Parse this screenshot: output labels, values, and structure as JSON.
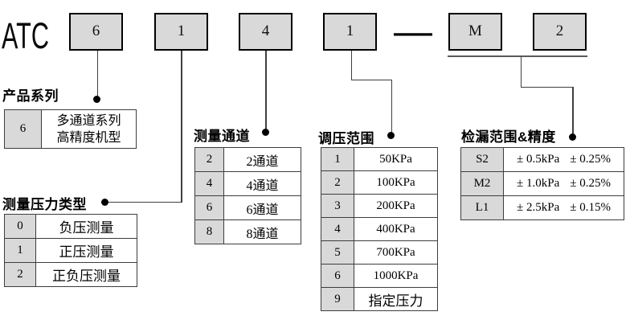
{
  "brand": "ATC",
  "code": {
    "boxes": [
      "6",
      "1",
      "4",
      "1",
      "M",
      "2"
    ],
    "separator": "—"
  },
  "colors": {
    "box_fill": "#d9d9d9",
    "box_border": "#000000",
    "connector": "#3f3f3f",
    "shaded_cell": "#d9d9d9"
  },
  "sections": {
    "series": {
      "title": "产品系列",
      "rows": [
        {
          "code": "6",
          "label_line1": "多通道系列",
          "label_line2": "高精度机型"
        }
      ]
    },
    "pressure_type": {
      "title": "测量压力类型",
      "rows": [
        {
          "code": "0",
          "label": "负压测量"
        },
        {
          "code": "1",
          "label": "正压测量"
        },
        {
          "code": "2",
          "label": "正负压测量"
        }
      ]
    },
    "channels": {
      "title": "测量通道",
      "rows": [
        {
          "code": "2",
          "label": "2通道"
        },
        {
          "code": "4",
          "label": "4通道"
        },
        {
          "code": "6",
          "label": "6通道"
        },
        {
          "code": "8",
          "label": "8通道"
        }
      ]
    },
    "pressure_range": {
      "title": "调压范围",
      "rows": [
        {
          "code": "1",
          "label": "50KPa"
        },
        {
          "code": "2",
          "label": "100KPa"
        },
        {
          "code": "3",
          "label": "200KPa"
        },
        {
          "code": "4",
          "label": "400KPa"
        },
        {
          "code": "5",
          "label": "700KPa"
        },
        {
          "code": "6",
          "label": "1000KPa"
        },
        {
          "code": "9",
          "label": "指定压力"
        }
      ]
    },
    "leak_range": {
      "title": "检漏范围&精度",
      "rows": [
        {
          "code": "S2",
          "range": "± 0.5kPa",
          "accuracy": "± 0.25%"
        },
        {
          "code": "M2",
          "range": "± 1.0kPa",
          "accuracy": "± 0.25%"
        },
        {
          "code": "L1",
          "range": "± 2.5kPa",
          "accuracy": "± 0.15%"
        }
      ]
    }
  }
}
